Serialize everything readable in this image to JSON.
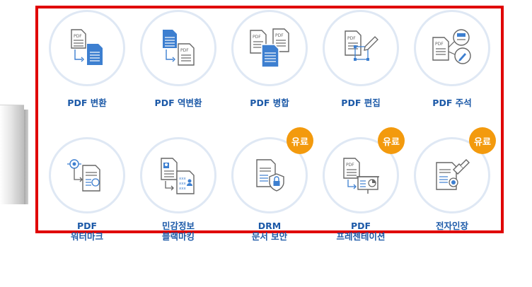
{
  "tools": [
    {
      "id": "convert",
      "icon": "pdf-convert-icon",
      "label": "PDF 변환"
    },
    {
      "id": "reverse",
      "icon": "pdf-reverse-convert-icon",
      "label": "PDF 역변환"
    },
    {
      "id": "merge",
      "icon": "pdf-merge-icon",
      "label": "PDF 병합"
    },
    {
      "id": "edit",
      "icon": "pdf-edit-icon",
      "label": "PDF 편집"
    },
    {
      "id": "annotate",
      "icon": "pdf-annotate-icon",
      "label": "PDF 주석"
    },
    {
      "id": "watermark",
      "icon": "pdf-watermark-icon",
      "label_line1": "PDF",
      "label_line2": "워터마크"
    },
    {
      "id": "blackmark",
      "icon": "personal-info-blackmark-icon",
      "label_line1": "민감정보",
      "label_line2": "블랙마킹"
    },
    {
      "id": "drm",
      "icon": "drm-lock-icon",
      "label_line1": "DRM",
      "label_line2": "문서 보안",
      "badge": "유료"
    },
    {
      "id": "presentation",
      "icon": "pdf-presentation-icon",
      "label_line1": "PDF",
      "label_line2": "프레젠테이션",
      "badge": "유료"
    },
    {
      "id": "seal",
      "icon": "electronic-seal-icon",
      "label": "전자인장",
      "badge": "유료"
    }
  ],
  "colors": {
    "accent": "#1d5aa8",
    "highlight_border": "#e00000",
    "badge": "#f39a0d",
    "icon_blue": "#3d7fd0",
    "icon_gray": "#666666"
  }
}
